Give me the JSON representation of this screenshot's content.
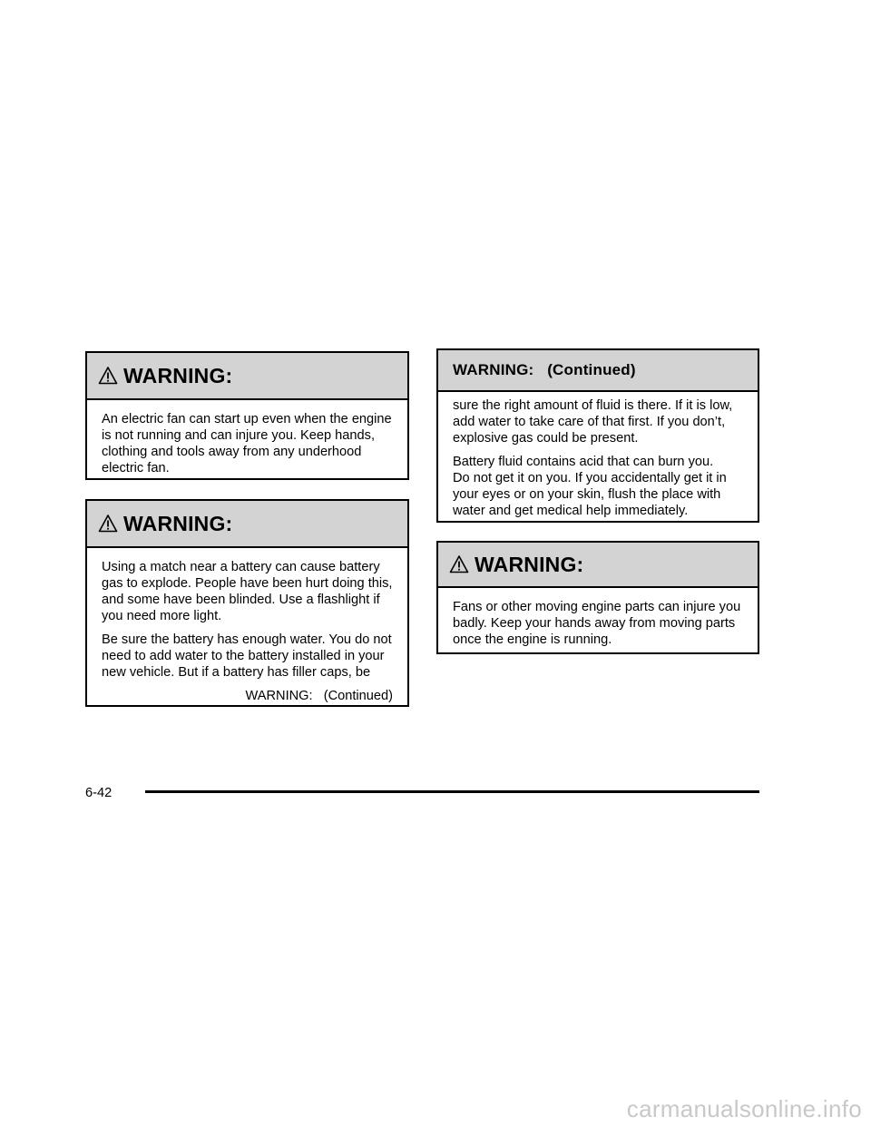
{
  "warning_1": {
    "heading": "WARNING:",
    "icon": "warning-triangle-icon",
    "lines": [
      "An electric fan can start up even when the engine",
      "is not running and can injure you. Keep hands,",
      "clothing and tools away from any underhood",
      "electric fan."
    ]
  },
  "warning_2": {
    "heading": "WARNING:",
    "icon": "warning-triangle-icon",
    "p1": [
      "Using a match near a battery can cause battery",
      "gas to explode. People have been hurt doing this,",
      "and some have been blinded. Use a flashlight if",
      "you need more light."
    ],
    "p2": [
      "Be sure the battery has enough water. You do not",
      "need to add water to the battery installed in your",
      "new vehicle. But if a battery has filler caps, be"
    ],
    "continued": "WARNING:   (Continued)"
  },
  "warning_2_cont": {
    "heading": "WARNING:   (Continued)",
    "p1": [
      "sure the right amount of fluid is there. If it is low,",
      "add water to take care of that first. If you don’t,",
      "explosive gas could be present."
    ],
    "p2": [
      "Battery fluid contains acid that can burn you.",
      "Do not get it on you. If you accidentally get it in",
      "your eyes or on your skin, flush the place with",
      "water and get medical help immediately."
    ]
  },
  "warning_3": {
    "heading": "WARNING:",
    "icon": "warning-triangle-icon",
    "lines": [
      "Fans or other moving engine parts can injure you",
      "badly. Keep your hands away from moving parts",
      "once the engine is running."
    ]
  },
  "footer": {
    "page_number": "6-42"
  },
  "watermark": "carmanualsonline.info"
}
